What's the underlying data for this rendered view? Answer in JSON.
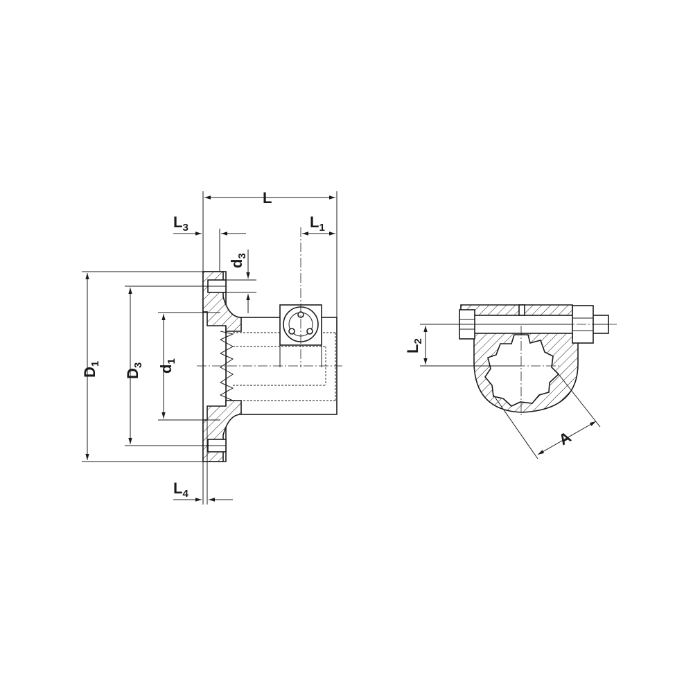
{
  "dimensions": {
    "L": {
      "main": "L",
      "sub": ""
    },
    "L1": {
      "main": "L",
      "sub": "1"
    },
    "L2": {
      "main": "L",
      "sub": "2"
    },
    "L3": {
      "main": "L",
      "sub": "3"
    },
    "L4": {
      "main": "L",
      "sub": "4"
    },
    "D1": {
      "main": "D",
      "sub": "1"
    },
    "D3": {
      "main": "D",
      "sub": "3"
    },
    "d1": {
      "main": "d",
      "sub": "1"
    },
    "d3": {
      "main": "d",
      "sub": "3"
    },
    "A": {
      "main": "A",
      "sub": ""
    }
  },
  "colors": {
    "line": "#1a1a1a",
    "background": "#ffffff"
  }
}
